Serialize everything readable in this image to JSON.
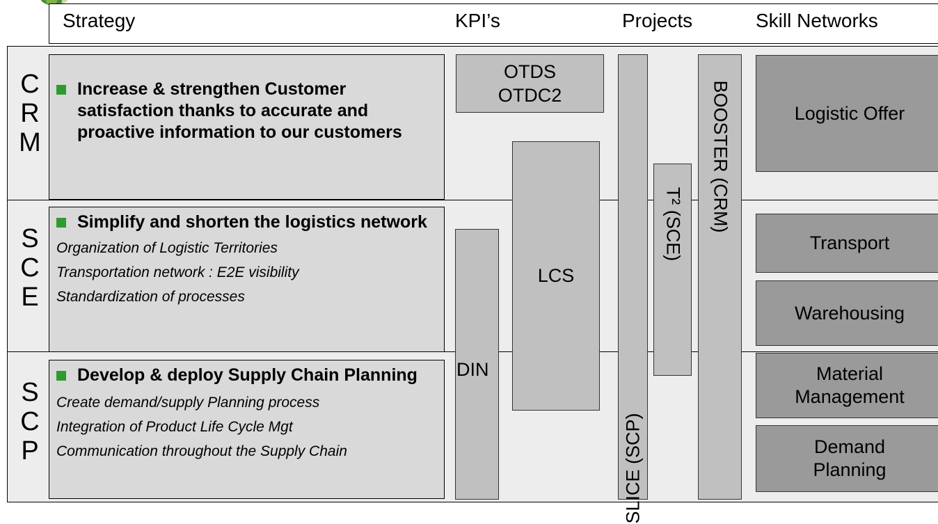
{
  "headers": {
    "strategy": "Strategy",
    "kpis": "KPI’s",
    "projects": "Projects",
    "skill_networks": "Skill Networks"
  },
  "rows": {
    "crm": {
      "letters": [
        "C",
        "R",
        "M"
      ],
      "bullet": "Increase & strengthen Customer satisfaction thanks to accurate and proactive information to our customers",
      "items": []
    },
    "sce": {
      "letters": [
        "S",
        "C",
        "E"
      ],
      "bullet": "Simplify and shorten the logistics network",
      "items": [
        "Organization of Logistic Territories",
        "Transportation network : E2E visibility",
        "Standardization of processes"
      ]
    },
    "scp": {
      "letters": [
        "S",
        "C",
        "P"
      ],
      "bullet": "Develop & deploy Supply Chain Planning",
      "items": [
        "Create demand/supply Planning process",
        "Integration of Product Life Cycle Mgt",
        "Communication throughout the Supply Chain"
      ]
    }
  },
  "kpis": {
    "otds": [
      "OTDS",
      "OTDC2"
    ],
    "lcs": "LCS",
    "din": "DIN"
  },
  "projects": {
    "slice": "SLICE (SCP)",
    "t2": "T² (SCE)",
    "booster": "BOOSTER (CRM)"
  },
  "skill_networks": {
    "logistic_offer": "Logistic Offer",
    "transport": "Transport",
    "warehousing": "Warehousing",
    "material_management": [
      "Material",
      "Management"
    ],
    "demand_planning": [
      "Demand",
      "Planning"
    ]
  },
  "colors": {
    "bullet": "#2f9a2f",
    "background": "#ededed",
    "strategy_box": "#d9d9d9",
    "kpi_project_box": "#c0c0c0",
    "skill_box": "#9a9a9a"
  }
}
